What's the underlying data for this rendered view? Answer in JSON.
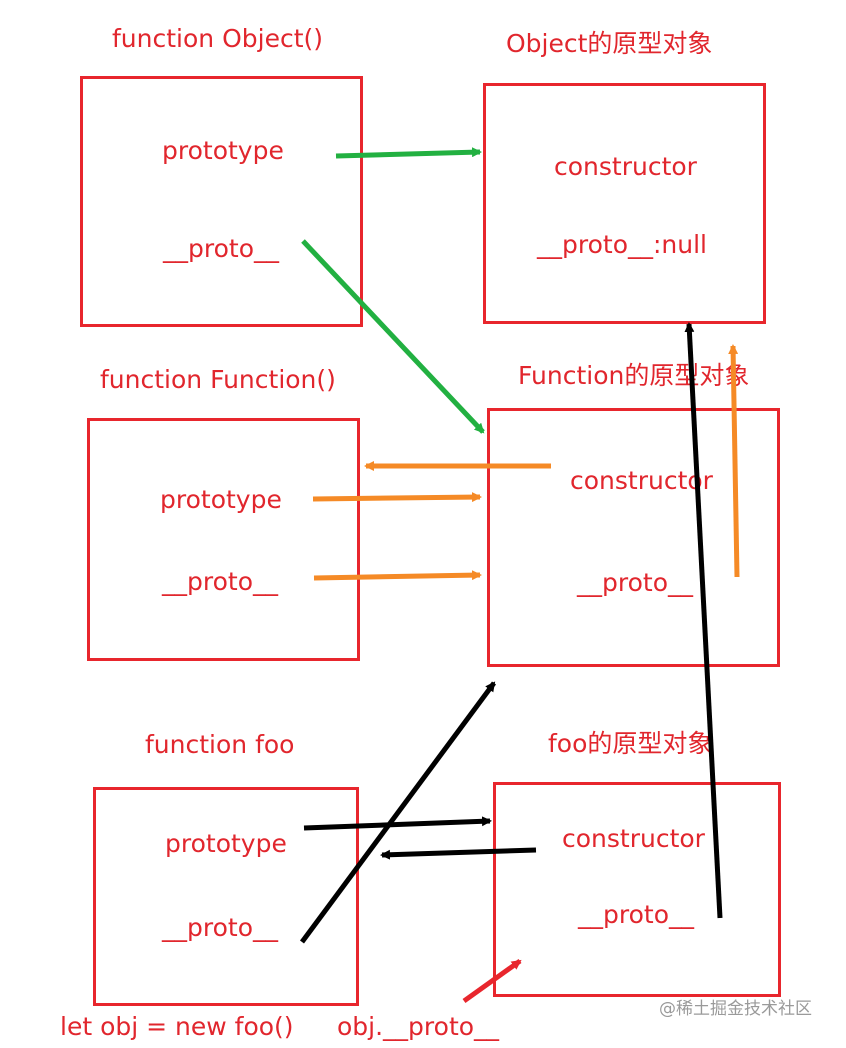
{
  "titles": {
    "object_fn": "function Object()",
    "object_proto": "Object的原型对象",
    "function_fn": "function Function()",
    "function_proto": "Function的原型对象",
    "foo_fn": "function foo",
    "foo_proto": "foo的原型对象"
  },
  "object_fn_box": {
    "prototype": "prototype",
    "proto": "__proto__"
  },
  "object_proto_box": {
    "constructor": "constructor",
    "proto": "__proto__:null"
  },
  "function_fn_box": {
    "prototype": "prototype",
    "proto": "__proto__"
  },
  "function_proto_box": {
    "constructor": "constructor",
    "proto": "__proto__"
  },
  "foo_fn_box": {
    "prototype": "prototype",
    "proto": "__proto__"
  },
  "foo_proto_box": {
    "constructor": "constructor",
    "proto": "__proto__"
  },
  "bottom": {
    "let_obj": "let obj = new foo()",
    "obj_proto": "obj.__proto__"
  },
  "watermark": "@稀土掘金技术社区",
  "colors": {
    "box_border": "#e8262d",
    "text": "#e1262d",
    "green_arrow": "#22b041",
    "orange_arrow": "#f58a26",
    "black_arrow": "#000000",
    "red_arrow": "#e8262d"
  }
}
